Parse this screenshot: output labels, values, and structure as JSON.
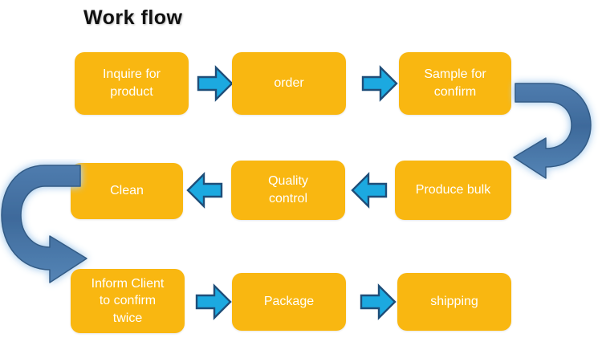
{
  "diagram": {
    "title": "Work flow",
    "background_color": "#FFFFFF",
    "node_color": "#F9B711",
    "node_text_color": "#FFFFFF",
    "straight_arrow_color": "#1CA9E0",
    "straight_arrow_outline_color": "#1F4E79",
    "curved_arrow_color": "#4A76A8",
    "curved_arrow_glow_color": "#BBD7F0"
  },
  "nodes": [
    {
      "id": "inquire",
      "label": "Inquire for\nproduct",
      "row": 1,
      "order": 1
    },
    {
      "id": "order",
      "label": "order",
      "row": 1,
      "order": 2
    },
    {
      "id": "sample",
      "label": "Sample for\nconfirm",
      "row": 1,
      "order": 3
    },
    {
      "id": "clean",
      "label": "Clean",
      "row": 2,
      "order": 3
    },
    {
      "id": "quality",
      "label": "Quality\ncontrol",
      "row": 2,
      "order": 2
    },
    {
      "id": "produce",
      "label": "Produce bulk",
      "row": 2,
      "order": 1
    },
    {
      "id": "inform",
      "label": "Inform Client\nto confirm\ntwice",
      "row": 3,
      "order": 1
    },
    {
      "id": "package",
      "label": "Package",
      "row": 3,
      "order": 2
    },
    {
      "id": "shipping",
      "label": "shipping",
      "row": 3,
      "order": 3
    }
  ],
  "connectors": [
    {
      "id": "arrow-1",
      "type": "straight",
      "direction": "right",
      "from": "inquire",
      "to": "order",
      "icon": "arrow-right-icon"
    },
    {
      "id": "arrow-2",
      "type": "straight",
      "direction": "right",
      "from": "order",
      "to": "sample",
      "icon": "arrow-right-icon"
    },
    {
      "id": "arrow-3",
      "type": "straight",
      "direction": "left",
      "from": "quality",
      "to": "clean",
      "icon": "arrow-left-icon"
    },
    {
      "id": "arrow-4",
      "type": "straight",
      "direction": "left",
      "from": "produce",
      "to": "quality",
      "icon": "arrow-left-icon"
    },
    {
      "id": "arrow-5",
      "type": "straight",
      "direction": "right",
      "from": "inform",
      "to": "package",
      "icon": "arrow-right-icon"
    },
    {
      "id": "arrow-6",
      "type": "straight",
      "direction": "right",
      "from": "package",
      "to": "shipping",
      "icon": "arrow-right-icon"
    },
    {
      "id": "arrow-loop-right",
      "type": "curved",
      "direction": "u-turn-down-left",
      "from": "sample",
      "to": "produce",
      "icon": "curved-return-arrow-icon"
    },
    {
      "id": "arrow-loop-left",
      "type": "curved",
      "direction": "u-turn-down-right",
      "from": "clean",
      "to": "inform",
      "icon": "curved-return-arrow-icon"
    }
  ]
}
